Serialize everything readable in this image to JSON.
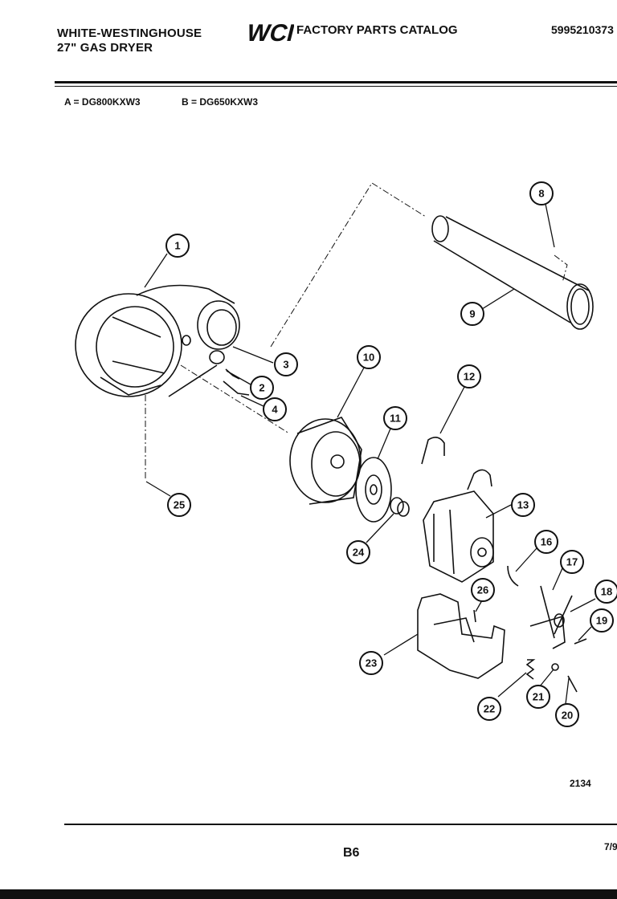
{
  "header": {
    "brand_line1": "WHITE-WESTINGHOUSE",
    "brand_line2": "27\" GAS DRYER",
    "logo_text": "WCI",
    "catalog_title": "FACTORY PARTS CATALOG",
    "catalog_number": "5995210373"
  },
  "models": {
    "a": "A = DG800KXW3",
    "b": "B = DG650KXW3"
  },
  "callouts": [
    "1",
    "2",
    "3",
    "4",
    "8",
    "9",
    "10",
    "11",
    "12",
    "13",
    "16",
    "17",
    "18",
    "19",
    "20",
    "21",
    "22",
    "23",
    "24",
    "25",
    "26"
  ],
  "footer": {
    "drawing_number": "2134",
    "page_number": "B6",
    "date_code": "7/9"
  }
}
